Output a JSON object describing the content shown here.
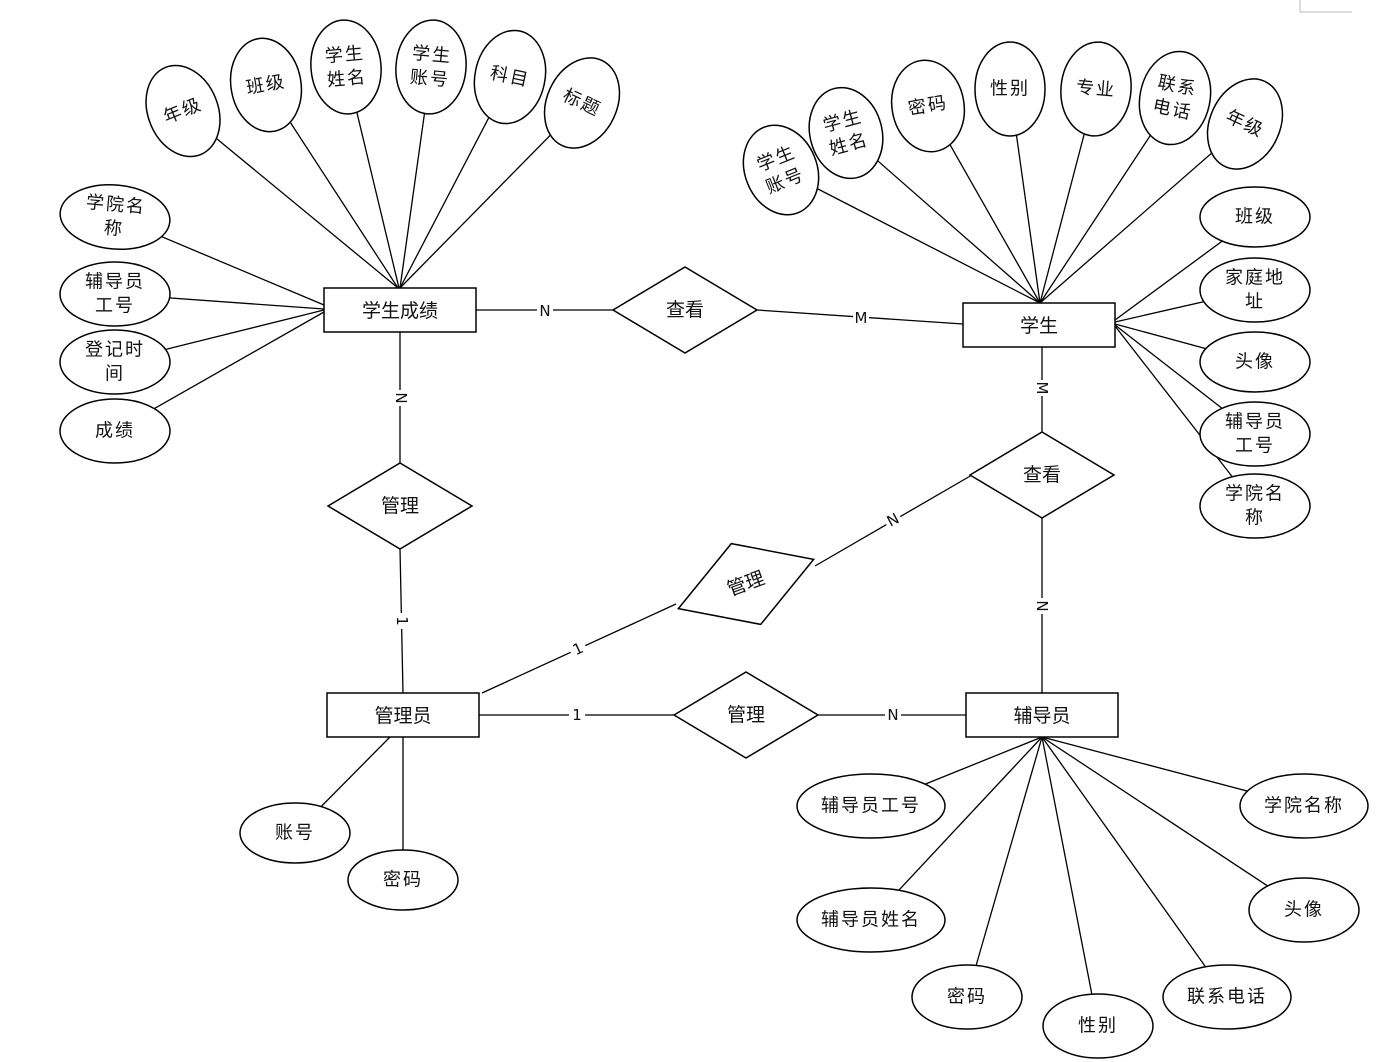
{
  "entities": [
    {
      "id": "score",
      "label": "学生成绩"
    },
    {
      "id": "student",
      "label": "学生"
    },
    {
      "id": "admin",
      "label": "管理员"
    },
    {
      "id": "counselor",
      "label": "辅导员"
    }
  ],
  "relationships": [
    {
      "id": "rel-score-student",
      "label": "查看"
    },
    {
      "id": "rel-student-counselor",
      "label": "查看"
    },
    {
      "id": "rel-admin-score",
      "label": "管理"
    },
    {
      "id": "rel-admin-student",
      "label": "管理"
    },
    {
      "id": "rel-admin-counselor",
      "label": "管理"
    }
  ],
  "attributes": {
    "score": [
      {
        "id": "grade",
        "lines": [
          "年级"
        ]
      },
      {
        "id": "class",
        "lines": [
          "班级"
        ]
      },
      {
        "id": "student-name",
        "lines": [
          "学生",
          "姓名"
        ]
      },
      {
        "id": "student-account",
        "lines": [
          "学生",
          "账号"
        ]
      },
      {
        "id": "subject",
        "lines": [
          "科目"
        ]
      },
      {
        "id": "title",
        "lines": [
          "标题"
        ]
      },
      {
        "id": "college-name",
        "lines": [
          "学院名",
          "称"
        ]
      },
      {
        "id": "counselor-id",
        "lines": [
          "辅导员",
          "工号"
        ]
      },
      {
        "id": "record-time",
        "lines": [
          "登记时",
          "间"
        ]
      },
      {
        "id": "score-value",
        "lines": [
          "成绩"
        ]
      }
    ],
    "student": [
      {
        "id": "student-account",
        "lines": [
          "学生",
          "账号"
        ]
      },
      {
        "id": "student-name",
        "lines": [
          "学生",
          "姓名"
        ]
      },
      {
        "id": "password",
        "lines": [
          "密码"
        ]
      },
      {
        "id": "gender",
        "lines": [
          "性别"
        ]
      },
      {
        "id": "major",
        "lines": [
          "专业"
        ]
      },
      {
        "id": "phone",
        "lines": [
          "联系",
          "电话"
        ]
      },
      {
        "id": "grade",
        "lines": [
          "年级"
        ]
      },
      {
        "id": "class",
        "lines": [
          "班级"
        ]
      },
      {
        "id": "home-address",
        "lines": [
          "家庭地",
          "址"
        ]
      },
      {
        "id": "avatar",
        "lines": [
          "头像"
        ]
      },
      {
        "id": "counselor-id",
        "lines": [
          "辅导员",
          "工号"
        ]
      },
      {
        "id": "college-name",
        "lines": [
          "学院名",
          "称"
        ]
      }
    ],
    "admin": [
      {
        "id": "account",
        "lines": [
          "账号"
        ]
      },
      {
        "id": "password",
        "lines": [
          "密码"
        ]
      }
    ],
    "counselor": [
      {
        "id": "counselor-id",
        "lines": [
          "辅导员工号"
        ]
      },
      {
        "id": "counselor-name",
        "lines": [
          "辅导员姓名"
        ]
      },
      {
        "id": "password",
        "lines": [
          "密码"
        ]
      },
      {
        "id": "gender",
        "lines": [
          "性别"
        ]
      },
      {
        "id": "phone",
        "lines": [
          "联系电话"
        ]
      },
      {
        "id": "avatar",
        "lines": [
          "头像"
        ]
      },
      {
        "id": "college-name",
        "lines": [
          "学院名称"
        ]
      }
    ]
  },
  "cardinalities": {
    "score_student_score_side": "N",
    "score_student_student_side": "M",
    "student_counselor_student_side": "M",
    "student_counselor_counselor_side": "N",
    "admin_score_score_side": "N",
    "admin_score_admin_side": "1",
    "admin_student_student_side": "N",
    "admin_student_admin_side": "1",
    "admin_counselor_admin_side": "1",
    "admin_counselor_counselor_side": "N"
  }
}
